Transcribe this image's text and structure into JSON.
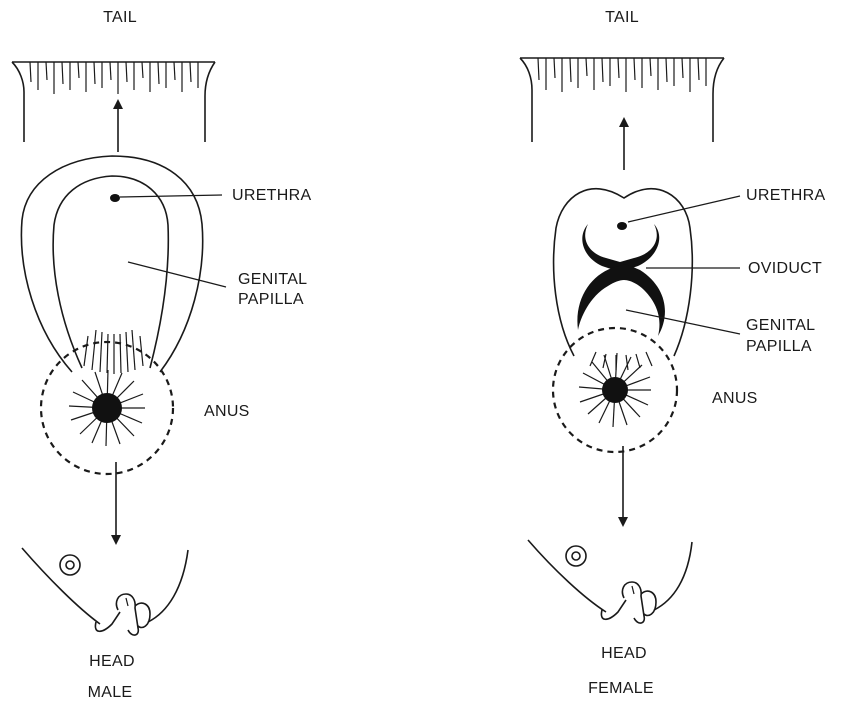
{
  "male": {
    "tail": "TAIL",
    "urethra": "URETHRA",
    "genital_line1": "GENITAL",
    "genital_line2": "PAPILLA",
    "anus": "ANUS",
    "head": "HEAD",
    "sex": "MALE"
  },
  "female": {
    "tail": "TAIL",
    "urethra": "URETHRA",
    "oviduct": "OVIDUCT",
    "genital_line1": "GENITAL",
    "genital_line2": "PAPILLA",
    "anus": "ANUS",
    "head": "HEAD",
    "sex": "FEMALE"
  }
}
